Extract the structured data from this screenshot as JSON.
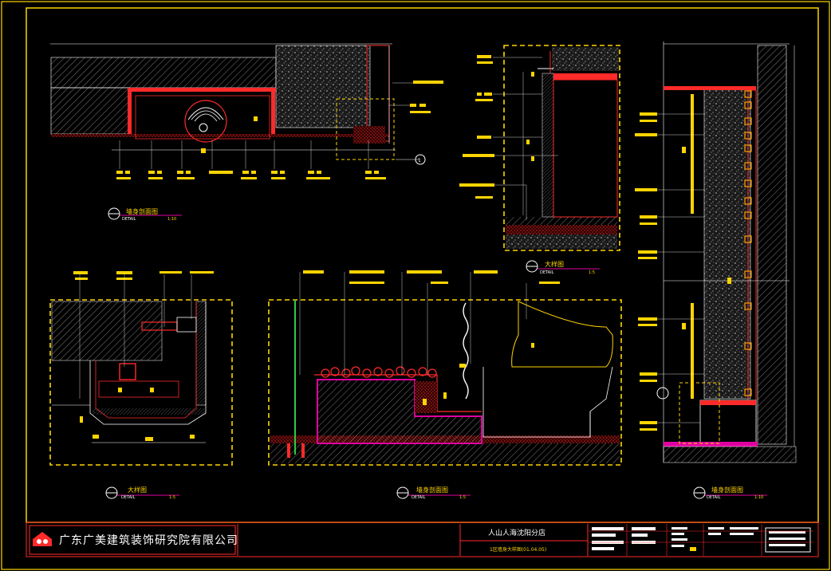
{
  "colors": {
    "background": "#000000",
    "frame": "#ffd400",
    "red": "#ff2a2a",
    "magenta": "#e000a0",
    "white": "#ffffff",
    "grey": "#9a9a9a",
    "green": "#2ecc40"
  },
  "title_block": {
    "company": "广东广美建筑装饰研究院有限公司",
    "project": "人山人海沈阳分店",
    "drawing_title": "1区墙身大样图(01.04.05)",
    "logo_icon": "company-logo-icon"
  },
  "views": [
    {
      "id": "v1",
      "title": "墙身剖面图",
      "sub": "DETAIL",
      "scale": "1:10"
    },
    {
      "id": "v2",
      "title": "大样图",
      "sub": "DETAIL",
      "scale": "1:5"
    },
    {
      "id": "v3",
      "title": "大样图",
      "sub": "DETAIL",
      "scale": "1:5"
    },
    {
      "id": "v4",
      "title": "墙身剖面图",
      "sub": "DETAIL",
      "scale": "1:5"
    },
    {
      "id": "v5",
      "title": "墙身剖面图",
      "sub": "DETAIL",
      "scale": "1:10"
    }
  ]
}
